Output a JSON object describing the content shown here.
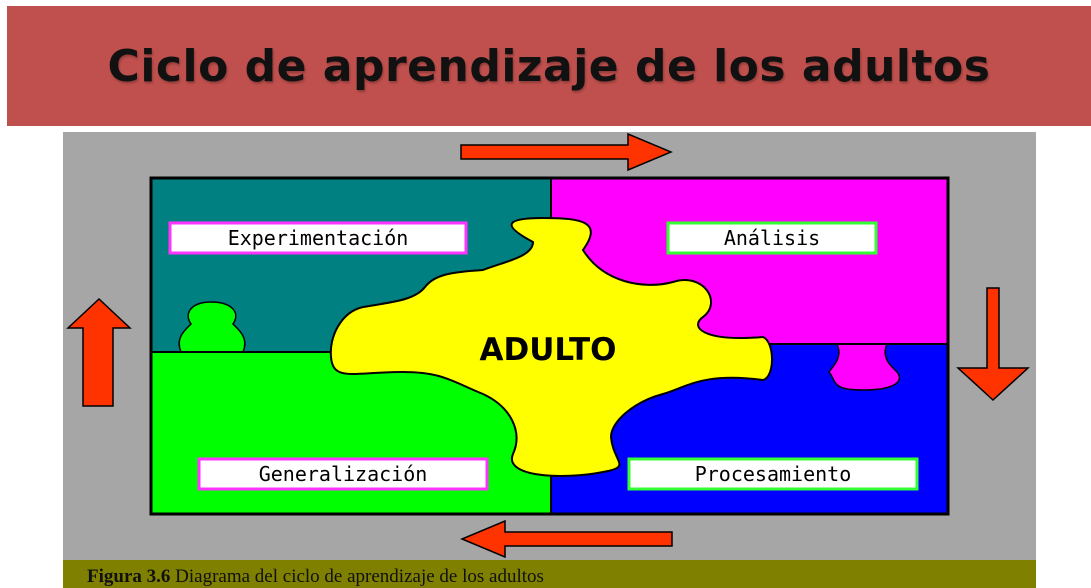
{
  "title": "Ciclo de aprendizaje de los adultos",
  "diagram": {
    "center_label": "ADULTO",
    "quadrants": [
      {
        "label": "Experimentación",
        "color": "#008080",
        "label_border": "#ff33ff"
      },
      {
        "label": "Análisis",
        "color": "#ff00ff",
        "label_border": "#33ff33"
      },
      {
        "label": "Generalización",
        "color": "#00ff00",
        "label_border": "#ff33ff"
      },
      {
        "label": "Procesamiento",
        "color": "#0000ff",
        "label_border": "#33ff33"
      }
    ],
    "center_color": "#ffff00",
    "arrow_color": "#ff3300",
    "arrows": [
      "right-arrow-top",
      "down-arrow-right",
      "left-arrow-bottom",
      "up-arrow-left"
    ]
  },
  "caption": {
    "label": "Figura 3.6",
    "text": " Diagrama del ciclo de aprendizaje de los adultos"
  }
}
